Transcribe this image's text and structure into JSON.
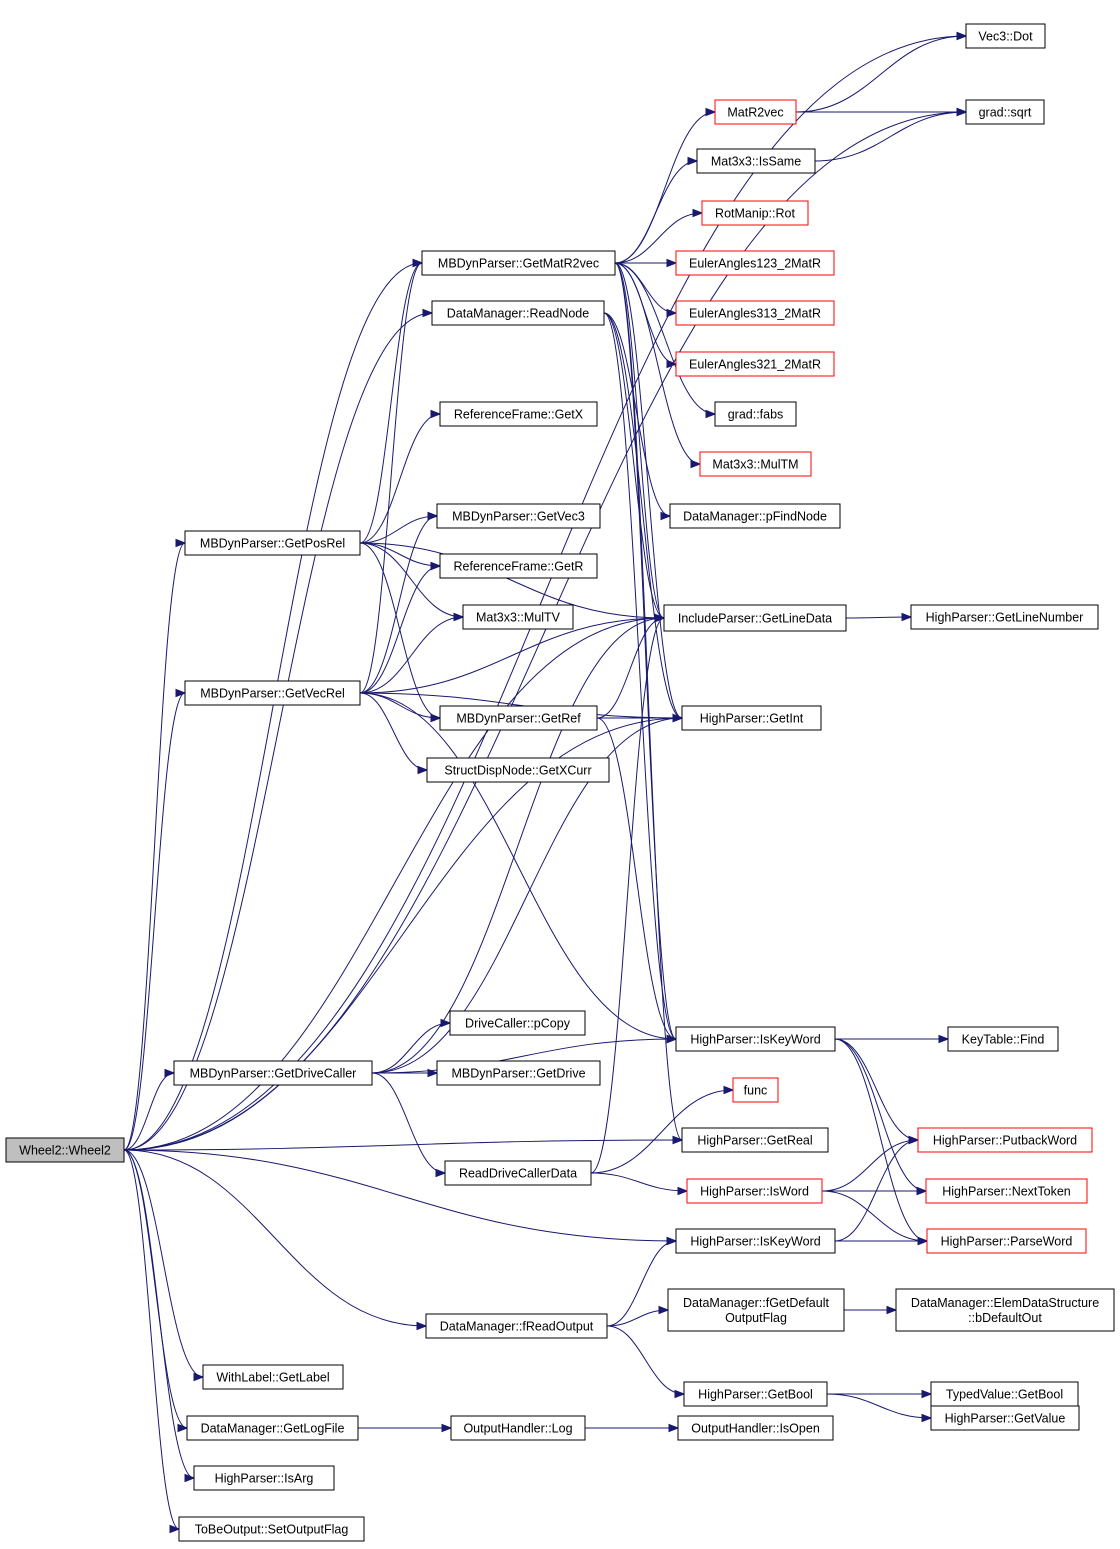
{
  "diagram": {
    "nodes": [
      {
        "id": "wheel2",
        "lines": [
          "Wheel2::Wheel2"
        ],
        "style": "root"
      },
      {
        "id": "vec3dot",
        "lines": [
          "Vec3::Dot"
        ],
        "style": "normal"
      },
      {
        "id": "gradsqrt",
        "lines": [
          "grad::sqrt"
        ],
        "style": "normal"
      },
      {
        "id": "matr2vec",
        "lines": [
          "MatR2vec"
        ],
        "style": "red"
      },
      {
        "id": "issame",
        "lines": [
          "Mat3x3::IsSame"
        ],
        "style": "normal"
      },
      {
        "id": "rot",
        "lines": [
          "RotManip::Rot"
        ],
        "style": "red"
      },
      {
        "id": "getmatr2vec",
        "lines": [
          "MBDynParser::GetMatR2vec"
        ],
        "style": "normal"
      },
      {
        "id": "ea123",
        "lines": [
          "EulerAngles123_2MatR"
        ],
        "style": "red"
      },
      {
        "id": "readnode",
        "lines": [
          "DataManager::ReadNode"
        ],
        "style": "normal"
      },
      {
        "id": "ea313",
        "lines": [
          "EulerAngles313_2MatR"
        ],
        "style": "red"
      },
      {
        "id": "ea321",
        "lines": [
          "EulerAngles321_2MatR"
        ],
        "style": "red"
      },
      {
        "id": "getx",
        "lines": [
          "ReferenceFrame::GetX"
        ],
        "style": "normal"
      },
      {
        "id": "fabs",
        "lines": [
          "grad::fabs"
        ],
        "style": "normal"
      },
      {
        "id": "multm",
        "lines": [
          "Mat3x3::MulTM"
        ],
        "style": "red"
      },
      {
        "id": "pfindnode",
        "lines": [
          "DataManager::pFindNode"
        ],
        "style": "normal"
      },
      {
        "id": "getposrel",
        "lines": [
          "MBDynParser::GetPosRel"
        ],
        "style": "normal"
      },
      {
        "id": "getvec3",
        "lines": [
          "MBDynParser::GetVec3"
        ],
        "style": "normal"
      },
      {
        "id": "getr",
        "lines": [
          "ReferenceFrame::GetR"
        ],
        "style": "normal"
      },
      {
        "id": "multv",
        "lines": [
          "Mat3x3::MulTV"
        ],
        "style": "normal"
      },
      {
        "id": "getlinedata",
        "lines": [
          "IncludeParser::GetLineData"
        ],
        "style": "normal"
      },
      {
        "id": "getlinenumber",
        "lines": [
          "HighParser::GetLineNumber"
        ],
        "style": "normal"
      },
      {
        "id": "getvecrel",
        "lines": [
          "MBDynParser::GetVecRel"
        ],
        "style": "normal"
      },
      {
        "id": "getref",
        "lines": [
          "MBDynParser::GetRef"
        ],
        "style": "normal"
      },
      {
        "id": "getint",
        "lines": [
          "HighParser::GetInt"
        ],
        "style": "normal"
      },
      {
        "id": "getxcurr",
        "lines": [
          "StructDispNode::GetXCurr"
        ],
        "style": "normal"
      },
      {
        "id": "pcopy",
        "lines": [
          "DriveCaller::pCopy"
        ],
        "style": "normal"
      },
      {
        "id": "iskeyword1",
        "lines": [
          "HighParser::IsKeyWord"
        ],
        "style": "normal"
      },
      {
        "id": "find",
        "lines": [
          "KeyTable::Find"
        ],
        "style": "normal"
      },
      {
        "id": "getdrivecaller",
        "lines": [
          "MBDynParser::GetDriveCaller"
        ],
        "style": "normal"
      },
      {
        "id": "getdrive",
        "lines": [
          "MBDynParser::GetDrive"
        ],
        "style": "normal"
      },
      {
        "id": "func",
        "lines": [
          "func"
        ],
        "style": "red"
      },
      {
        "id": "getreal",
        "lines": [
          "HighParser::GetReal"
        ],
        "style": "normal"
      },
      {
        "id": "putback",
        "lines": [
          "HighParser::PutbackWord"
        ],
        "style": "red"
      },
      {
        "id": "readdcd",
        "lines": [
          "ReadDriveCallerData"
        ],
        "style": "normal"
      },
      {
        "id": "isword",
        "lines": [
          "HighParser::IsWord"
        ],
        "style": "red"
      },
      {
        "id": "nexttoken",
        "lines": [
          "HighParser::NextToken"
        ],
        "style": "red"
      },
      {
        "id": "iskeyword2",
        "lines": [
          "HighParser::IsKeyWord"
        ],
        "style": "normal"
      },
      {
        "id": "parseword",
        "lines": [
          "HighParser::ParseWord"
        ],
        "style": "red"
      },
      {
        "id": "fgetdefault",
        "lines": [
          "DataManager::fGetDefault",
          "OutputFlag"
        ],
        "style": "normal"
      },
      {
        "id": "elemds",
        "lines": [
          "DataManager::ElemDataStructure",
          "::bDefaultOut"
        ],
        "style": "normal"
      },
      {
        "id": "freadoutput",
        "lines": [
          "DataManager::fReadOutput"
        ],
        "style": "normal"
      },
      {
        "id": "getlabel",
        "lines": [
          "WithLabel::GetLabel"
        ],
        "style": "normal"
      },
      {
        "id": "getbool",
        "lines": [
          "HighParser::GetBool"
        ],
        "style": "normal"
      },
      {
        "id": "tvgetbool",
        "lines": [
          "TypedValue::GetBool"
        ],
        "style": "normal"
      },
      {
        "id": "getvalue",
        "lines": [
          "HighParser::GetValue"
        ],
        "style": "normal"
      },
      {
        "id": "getlogfile",
        "lines": [
          "DataManager::GetLogFile"
        ],
        "style": "normal"
      },
      {
        "id": "log",
        "lines": [
          "OutputHandler::Log"
        ],
        "style": "normal"
      },
      {
        "id": "isopen",
        "lines": [
          "OutputHandler::IsOpen"
        ],
        "style": "normal"
      },
      {
        "id": "isarg",
        "lines": [
          "HighParser::IsArg"
        ],
        "style": "normal"
      },
      {
        "id": "setoutputflag",
        "lines": [
          "ToBeOutput::SetOutputFlag"
        ],
        "style": "normal"
      }
    ],
    "edges": [
      [
        "wheel2",
        "vec3dot"
      ],
      [
        "wheel2",
        "gradsqrt"
      ],
      [
        "wheel2",
        "getmatr2vec"
      ],
      [
        "wheel2",
        "readnode"
      ],
      [
        "wheel2",
        "getlinedata"
      ],
      [
        "wheel2",
        "getposrel"
      ],
      [
        "wheel2",
        "getvecrel"
      ],
      [
        "wheel2",
        "getdrivecaller"
      ],
      [
        "wheel2",
        "getreal"
      ],
      [
        "wheel2",
        "getint"
      ],
      [
        "wheel2",
        "iskeyword2"
      ],
      [
        "wheel2",
        "freadoutput"
      ],
      [
        "wheel2",
        "getlabel"
      ],
      [
        "wheel2",
        "getlogfile"
      ],
      [
        "wheel2",
        "isarg"
      ],
      [
        "wheel2",
        "setoutputflag"
      ],
      [
        "matr2vec",
        "vec3dot"
      ],
      [
        "matr2vec",
        "gradsqrt"
      ],
      [
        "issame",
        "gradsqrt"
      ],
      [
        "getmatr2vec",
        "matr2vec"
      ],
      [
        "getmatr2vec",
        "issame"
      ],
      [
        "getmatr2vec",
        "rot"
      ],
      [
        "getmatr2vec",
        "ea123"
      ],
      [
        "getmatr2vec",
        "ea313"
      ],
      [
        "getmatr2vec",
        "ea321"
      ],
      [
        "getmatr2vec",
        "fabs"
      ],
      [
        "getmatr2vec",
        "multm"
      ],
      [
        "getmatr2vec",
        "getlinedata"
      ],
      [
        "getmatr2vec",
        "getint"
      ],
      [
        "getmatr2vec",
        "iskeyword1"
      ],
      [
        "getmatr2vec",
        "getreal"
      ],
      [
        "readnode",
        "pfindnode"
      ],
      [
        "readnode",
        "getlinedata"
      ],
      [
        "readnode",
        "getint"
      ],
      [
        "readnode",
        "iskeyword1"
      ],
      [
        "getposrel",
        "getmatr2vec"
      ],
      [
        "getposrel",
        "getx"
      ],
      [
        "getposrel",
        "getvec3"
      ],
      [
        "getposrel",
        "getr"
      ],
      [
        "getposrel",
        "multv"
      ],
      [
        "getposrel",
        "getref"
      ],
      [
        "getposrel",
        "getlinedata"
      ],
      [
        "getvecrel",
        "getmatr2vec"
      ],
      [
        "getvecrel",
        "getvec3"
      ],
      [
        "getvecrel",
        "getr"
      ],
      [
        "getvecrel",
        "multv"
      ],
      [
        "getvecrel",
        "getlinedata"
      ],
      [
        "getvecrel",
        "getref"
      ],
      [
        "getvecrel",
        "getxcurr"
      ],
      [
        "getvecrel",
        "getint"
      ],
      [
        "getvecrel",
        "iskeyword1"
      ],
      [
        "getref",
        "getlinedata"
      ],
      [
        "getref",
        "getint"
      ],
      [
        "getref",
        "iskeyword1"
      ],
      [
        "getlinedata",
        "getlinenumber"
      ],
      [
        "getdrivecaller",
        "pcopy"
      ],
      [
        "getdrivecaller",
        "getdrive"
      ],
      [
        "getdrivecaller",
        "iskeyword1"
      ],
      [
        "getdrivecaller",
        "readdcd"
      ],
      [
        "getdrivecaller",
        "getlinedata"
      ],
      [
        "getdrivecaller",
        "getint"
      ],
      [
        "readdcd",
        "func"
      ],
      [
        "readdcd",
        "isword"
      ],
      [
        "readdcd",
        "getlinedata"
      ],
      [
        "iskeyword1",
        "find"
      ],
      [
        "iskeyword1",
        "putback"
      ],
      [
        "iskeyword1",
        "nexttoken"
      ],
      [
        "iskeyword1",
        "parseword"
      ],
      [
        "isword",
        "putback"
      ],
      [
        "isword",
        "nexttoken"
      ],
      [
        "isword",
        "parseword"
      ],
      [
        "iskeyword2",
        "putback"
      ],
      [
        "iskeyword2",
        "parseword"
      ],
      [
        "freadoutput",
        "iskeyword2"
      ],
      [
        "freadoutput",
        "fgetdefault"
      ],
      [
        "freadoutput",
        "getbool"
      ],
      [
        "fgetdefault",
        "elemds"
      ],
      [
        "getbool",
        "tvgetbool"
      ],
      [
        "getbool",
        "getvalue"
      ],
      [
        "getlogfile",
        "log"
      ],
      [
        "log",
        "isopen"
      ]
    ]
  }
}
